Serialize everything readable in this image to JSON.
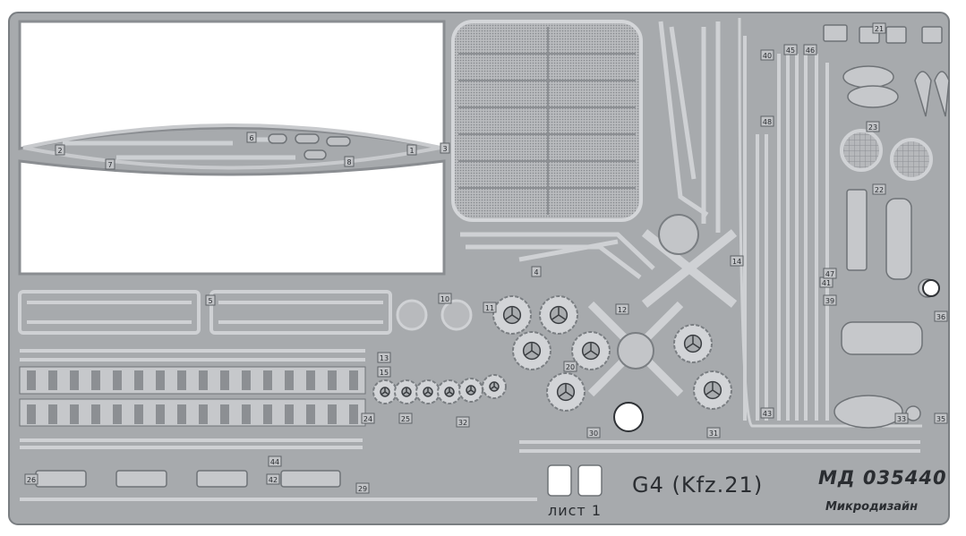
{
  "fret": {
    "model_label": "G4 (Kfz.21)",
    "catalog_code": "МД 035440",
    "sheet_label": "лист 1",
    "maker_name": "Микродизайн",
    "part_numbers": [
      "1",
      "2",
      "3",
      "4",
      "5",
      "6",
      "7",
      "8",
      "10",
      "11",
      "12",
      "13",
      "14",
      "15",
      "20",
      "21",
      "22",
      "23",
      "24",
      "25",
      "26",
      "29",
      "30",
      "31",
      "32",
      "33",
      "35",
      "36",
      "39",
      "40",
      "41",
      "42",
      "43",
      "44",
      "45",
      "46",
      "47",
      "48"
    ]
  },
  "colors": {
    "metal": "#a7aaad",
    "metal_dark": "#6e7276",
    "metal_light": "#c9cbce",
    "background": "#ffffff"
  }
}
